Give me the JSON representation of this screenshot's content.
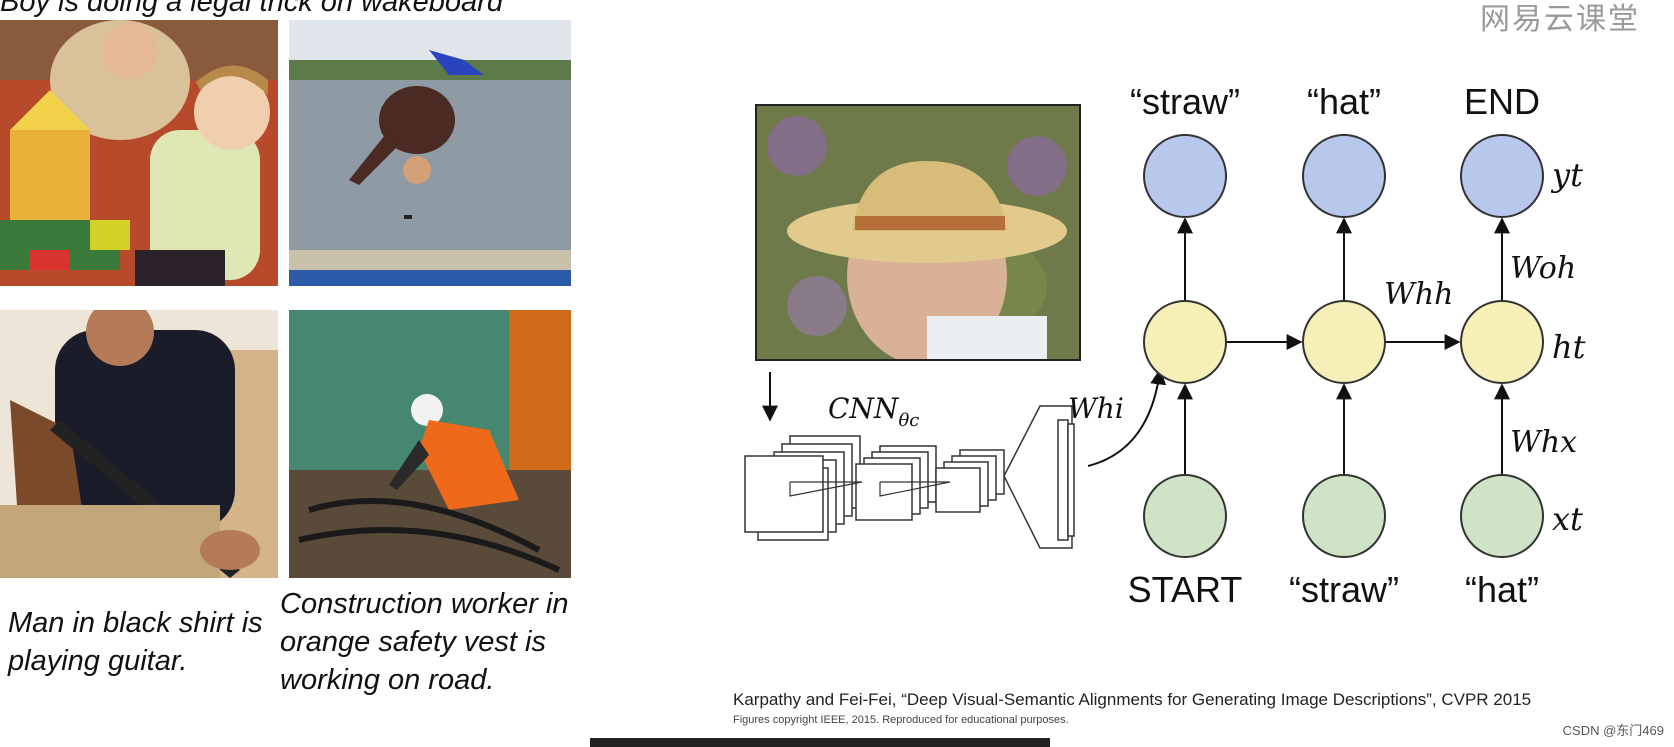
{
  "top_caption": "Boy is doing a legal trick on wakeboard",
  "logo_text": "网易云课堂",
  "captions": {
    "bottom_left": "Man in black shirt is playing guitar.",
    "bottom_right": "Construction worker in orange safety vest is working on road."
  },
  "diagram": {
    "top_words": [
      "“straw”",
      "“hat”",
      "END"
    ],
    "bottom_words": [
      "START",
      "“straw”",
      "“hat”"
    ],
    "cnn_label": "CNN",
    "cnn_subscript": "θc",
    "w_hi": "Whi",
    "w_hh": "Whh",
    "w_oh": "Woh",
    "w_hx": "Whx",
    "y_t": "yt",
    "h_t": "ht",
    "x_t": "xt",
    "colors": {
      "output": "#b8c8ec",
      "hidden": "#f6efb8",
      "input": "#cfe3c6"
    }
  },
  "citation": "Karpathy and Fei-Fei, “Deep Visual-Semantic Alignments for Generating Image Descriptions”, CVPR 2015",
  "copyright": "Figures copyright IEEE, 2015. Reproduced for educational purposes.",
  "watermark": "CSDN @东门469"
}
